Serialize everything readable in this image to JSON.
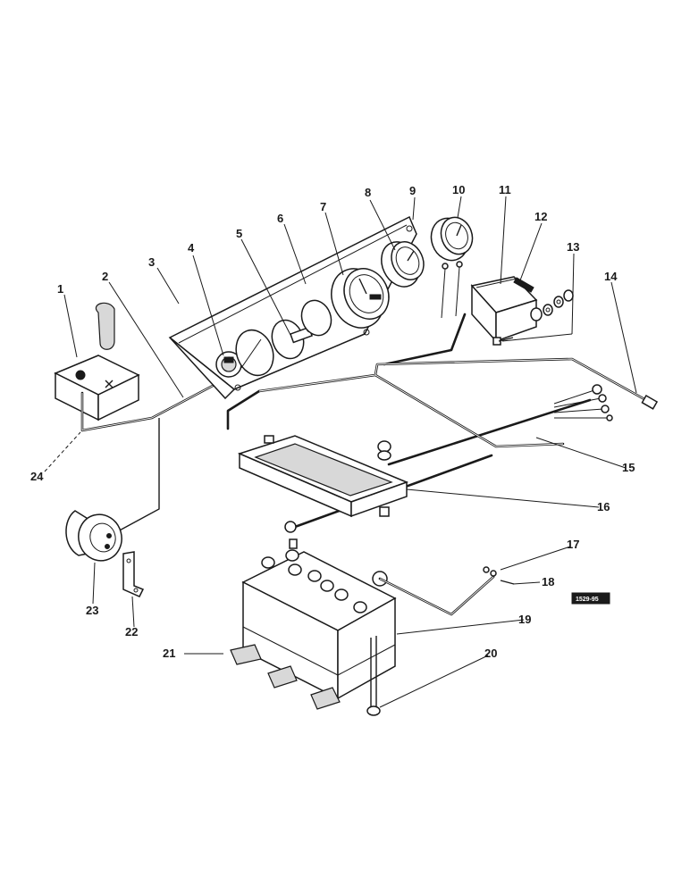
{
  "diagram": {
    "reference_code": "1529-95",
    "callouts": [
      {
        "id": "c1",
        "label": "1"
      },
      {
        "id": "c2",
        "label": "2"
      },
      {
        "id": "c3",
        "label": "3"
      },
      {
        "id": "c4",
        "label": "4"
      },
      {
        "id": "c5",
        "label": "5"
      },
      {
        "id": "c6",
        "label": "6"
      },
      {
        "id": "c7",
        "label": "7"
      },
      {
        "id": "c8",
        "label": "8"
      },
      {
        "id": "c9",
        "label": "9"
      },
      {
        "id": "c10",
        "label": "10"
      },
      {
        "id": "c11",
        "label": "11"
      },
      {
        "id": "c12",
        "label": "12"
      },
      {
        "id": "c13",
        "label": "13"
      },
      {
        "id": "c14",
        "label": "14"
      },
      {
        "id": "c15",
        "label": "15"
      },
      {
        "id": "c16",
        "label": "16"
      },
      {
        "id": "c17",
        "label": "17"
      },
      {
        "id": "c18",
        "label": "18"
      },
      {
        "id": "c19",
        "label": "19"
      },
      {
        "id": "c20",
        "label": "20"
      },
      {
        "id": "c21",
        "label": "21"
      },
      {
        "id": "c22",
        "label": "22"
      },
      {
        "id": "c23",
        "label": "23"
      },
      {
        "id": "c24",
        "label": "24"
      }
    ]
  }
}
